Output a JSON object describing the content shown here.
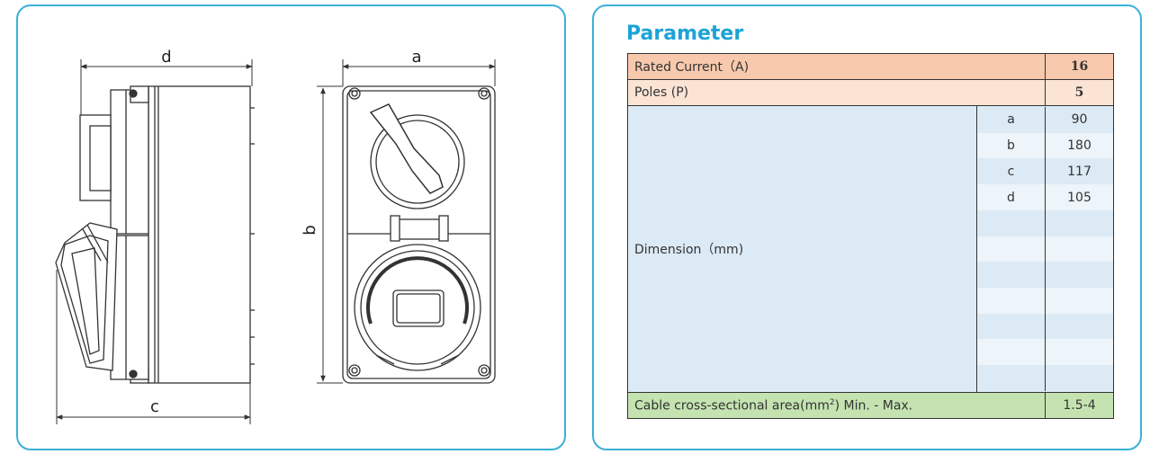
{
  "drawing": {
    "labels": {
      "a": "a",
      "b": "b",
      "c": "c",
      "d": "d"
    }
  },
  "parameter": {
    "title": "Parameter",
    "rated_current": {
      "label": "Rated Current（A)",
      "value": "16"
    },
    "poles": {
      "label": "Poles (P)",
      "value": "5"
    },
    "dimension": {
      "label": "Dimension（mm)",
      "rows": [
        {
          "key": "a",
          "value": "90"
        },
        {
          "key": "b",
          "value": "180"
        },
        {
          "key": "c",
          "value": "117"
        },
        {
          "key": "d",
          "value": "105"
        }
      ]
    },
    "cable": {
      "label_pre": "Cable cross-sectional area(mm",
      "label_sup": "2",
      "label_post": ") Min. - Max.",
      "value": "1.5-4"
    }
  },
  "colors": {
    "border_accent": "#3bb0d6",
    "title": "#1ca3d6",
    "row_orange": "#f8c9ad",
    "row_light_orange": "#fbe4d4",
    "row_blue": "#dceaf5",
    "row_green": "#c4e3b1"
  }
}
